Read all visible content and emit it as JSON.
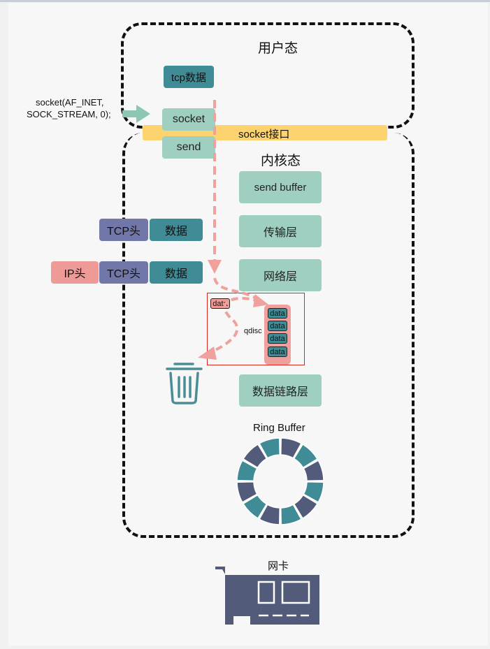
{
  "regions": {
    "user_space": "用户态",
    "kernel_space": "内核态"
  },
  "socket_call": {
    "line1": "socket(AF_INET,",
    "line2": "SOCK_STREAM, 0);"
  },
  "user_items": {
    "tcp_data": "tcp数据",
    "socket": "socket",
    "send": "send"
  },
  "socket_interface": "socket接口",
  "kernel_layers": {
    "send_buffer": "send buffer",
    "transport": "传输层",
    "network": "网络层",
    "datalink": "数据链路层"
  },
  "packets": {
    "tcp_header": "TCP头",
    "data": "数据",
    "ip_header": "IP头"
  },
  "qdisc": {
    "label": "qdisc",
    "dropped_item": "data",
    "queue_items": [
      "data",
      "data",
      "data",
      "data"
    ]
  },
  "ring_buffer": {
    "label": "Ring Buffer",
    "segments": 12
  },
  "nic_label": "网卡",
  "colors": {
    "mint": "#9fcfc0",
    "teal": "#3f8c96",
    "slate": "#7177a8",
    "pink": "#ee9b98",
    "yellow": "#fdd36f",
    "nic": "#525b7a"
  },
  "icons": [
    "right-arrow-icon",
    "trash-icon",
    "network-card-icon"
  ]
}
